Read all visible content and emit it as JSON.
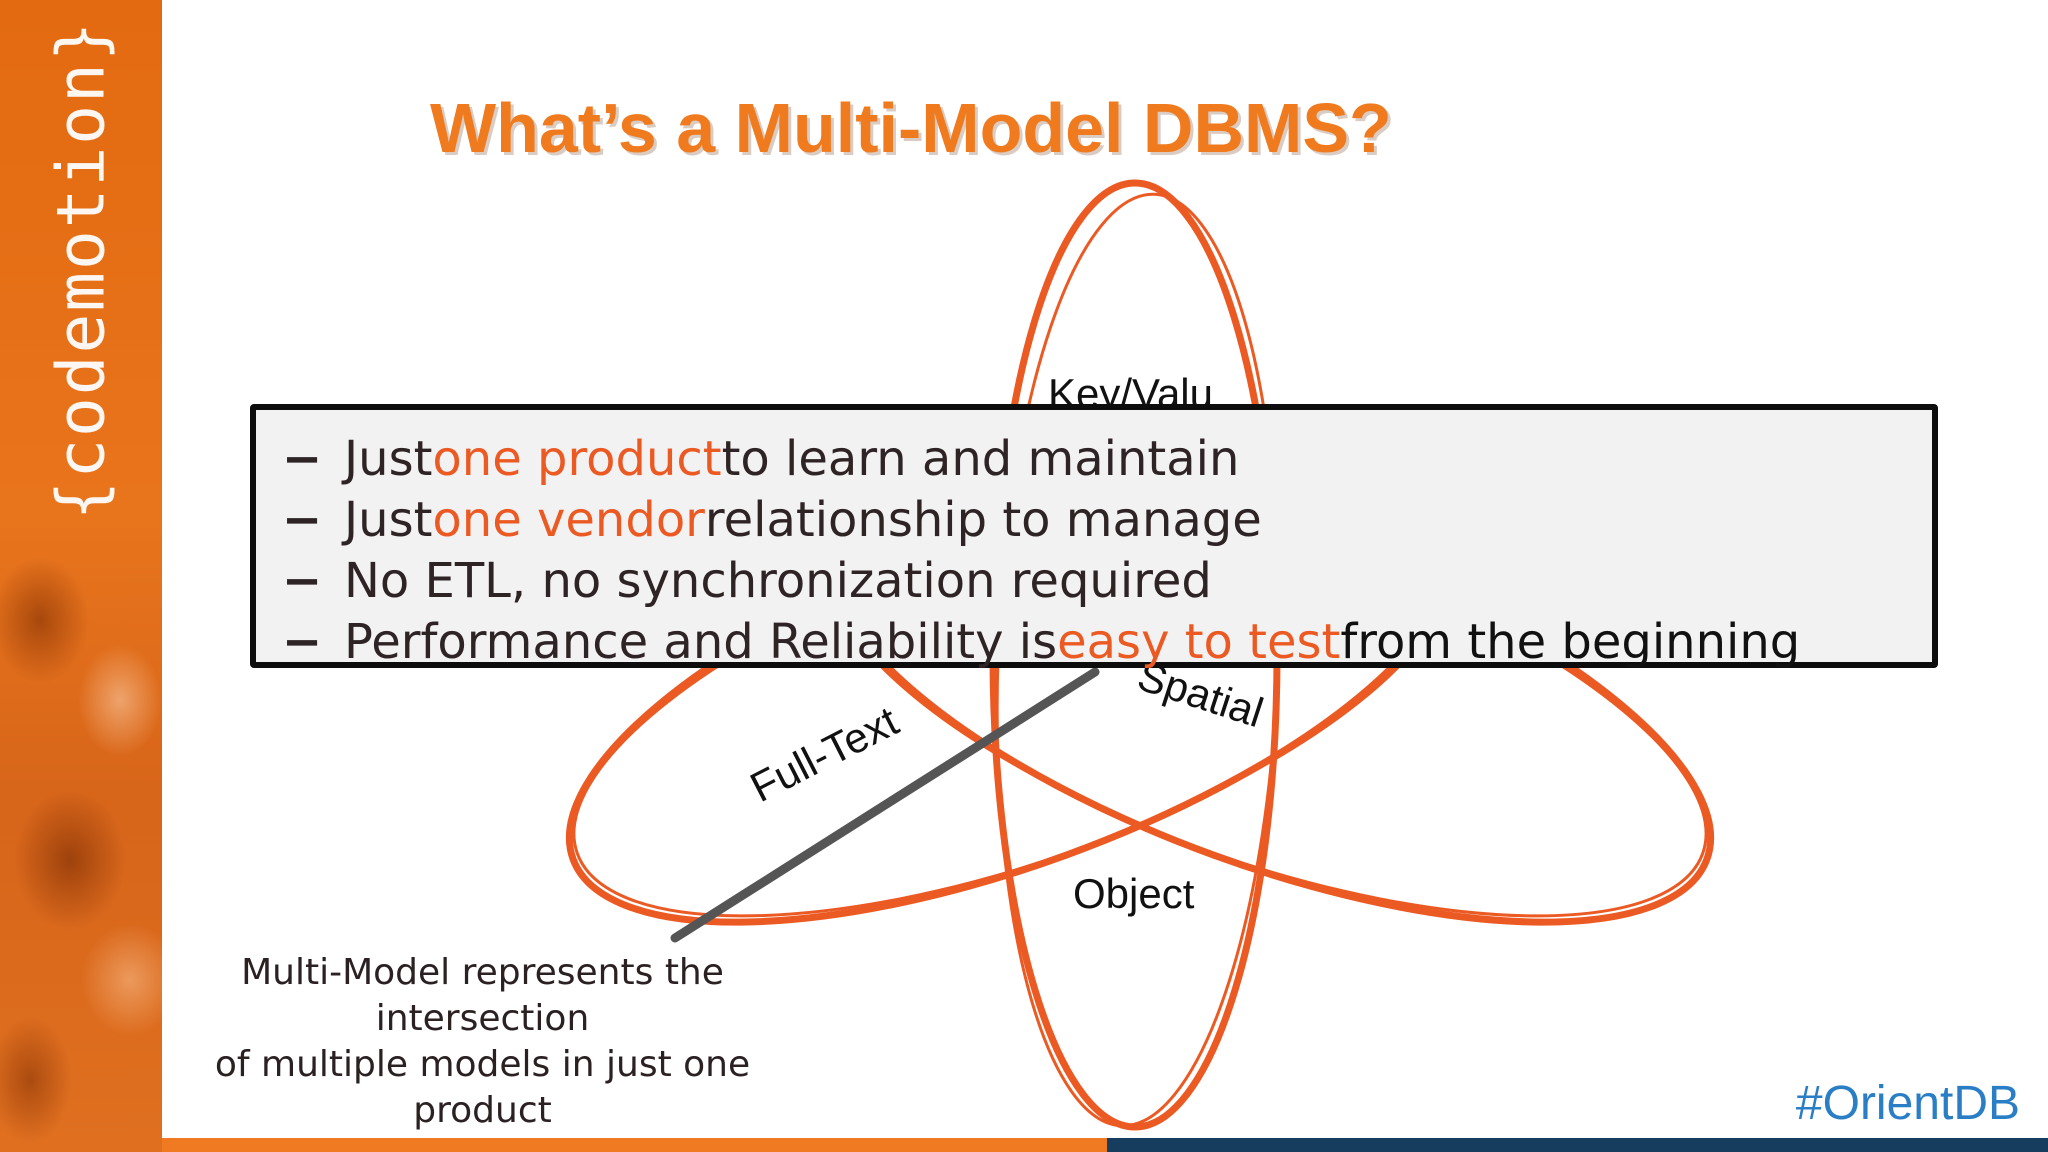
{
  "branding": {
    "logo_text": "{codemotion}",
    "hashtag": "#OrientDB"
  },
  "slide": {
    "title": "What’s a Multi-Model DBMS?"
  },
  "diagram": {
    "labels": {
      "key_value": "Key/Valu",
      "spatial": "Spatial",
      "full_text": "Full-Text",
      "object": "Object"
    },
    "colors": {
      "ellipse": "#ec5a24",
      "pointer": "#555555"
    }
  },
  "callout": {
    "items": [
      {
        "before": "Just ",
        "highlight": "one product",
        "after": " to learn and maintain"
      },
      {
        "before": "Just ",
        "highlight": "one vendor",
        "after": " relationship to manage"
      },
      {
        "before": "No ETL, no synchronization required",
        "highlight": "",
        "after": ""
      },
      {
        "before": "Performance and Reliability is ",
        "highlight": "easy to test",
        "after": " from the beginning"
      }
    ]
  },
  "caption": {
    "lines": [
      "Multi-Model represents the",
      "intersection",
      "of multiple models in just one",
      "product"
    ]
  }
}
